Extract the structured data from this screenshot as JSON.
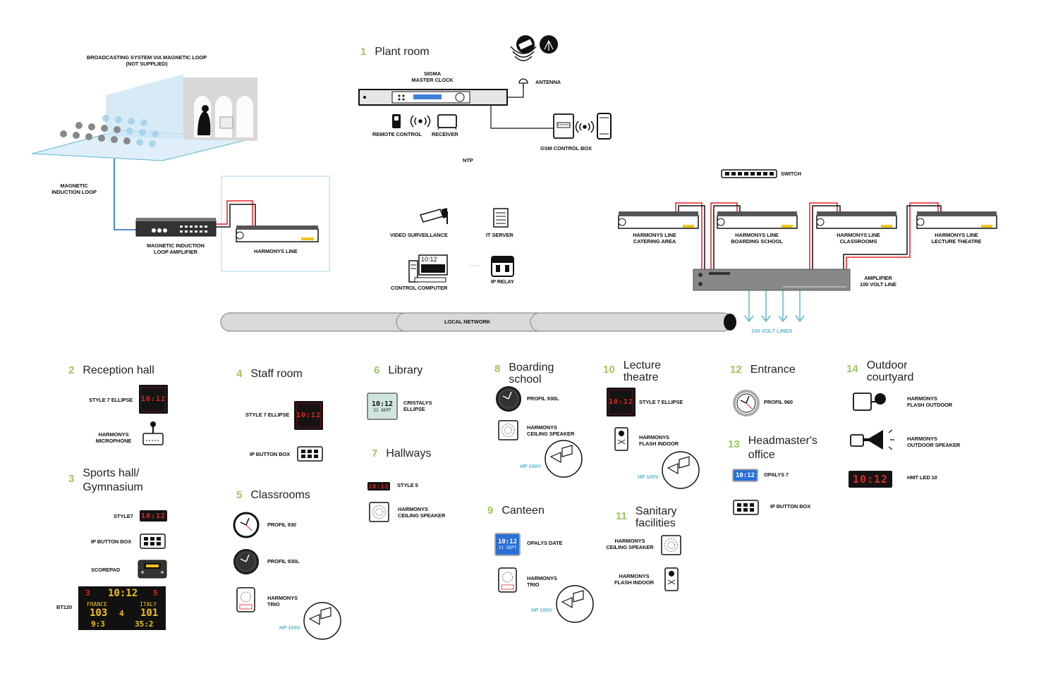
{
  "plant": {
    "number": "1",
    "title": "Plant room",
    "master_clock": "SIGMA\nMASTER CLOCK",
    "antenna": "ANTENNA",
    "remote_control": "REMOTE CONTROL",
    "receiver": "RECEIVER",
    "gsm": "GSM CONTROL BOX",
    "ntp": "NTP"
  },
  "broadcast": {
    "title": "BROADCASTING SYSTEM VIA MAGNETIC LOOP\n(NOT SUPPLIED)",
    "loop": "MAGNETIC\nINDUCTION LOOP",
    "amplifier": "MAGNETIC INDUCTION\nLOOP AMPLIFIER",
    "harmonys_line": "HARMONYS LINE"
  },
  "network": {
    "video": "VIDEO SURVEILLANCE",
    "it_server": "IT SERVER",
    "control_computer": "CONTROL COMPUTER",
    "ip_relay": "IP RELAY",
    "local_network": "LOCAL NETWORK",
    "switch": "SWITCH",
    "amplifier": "AMPLIFIER\n100 VOLT LINE",
    "volt_lines": "100 VOLT LINES",
    "computer_clock": "10:12"
  },
  "lines": [
    {
      "label": "HARMONYS LINE\nCATERING AREA"
    },
    {
      "label": "HARMONYS LINE\nBOARDING SCHOOL"
    },
    {
      "label": "HARMONYS LINE\nCLASSROOMS"
    },
    {
      "label": "HARMONYS LINE\nLECTURE THEATRE"
    }
  ],
  "zones": {
    "reception": {
      "number": "2",
      "title": "Reception hall",
      "style7": "STYLE 7 ELLIPSE",
      "mic": "HARMONYS\nMICROPHONE",
      "clock": "10:12"
    },
    "sports": {
      "number": "3",
      "title": "Sports hall/\nGymnasium",
      "style7": "STYLE7",
      "ipbox": "IP BUTTON BOX",
      "scorepad": "SCOREPAD",
      "bt120": "BT120",
      "clock": "10:12"
    },
    "staff": {
      "number": "4",
      "title": "Staff room",
      "style7": "STYLE 7 ELLIPSE",
      "ipbox": "IP BUTTON BOX",
      "clock": "10:12"
    },
    "classrooms": {
      "number": "5",
      "title": "Classrooms",
      "profil930": "PROFIL 930",
      "profil930l": "PROFIL 930L",
      "trio": "HARMONYS\nTRIO",
      "hp": "HP 100V"
    },
    "library": {
      "number": "6",
      "title": "Library",
      "cristalys": "CRISTALYS\nELLIPSE",
      "clock": "10:12",
      "date": "21 SEPT"
    },
    "hallways": {
      "number": "7",
      "title": "Hallways",
      "style5": "STYLE 5",
      "ceiling": "HARMONYS\nCEILING SPEAKER",
      "clock": "10:12"
    },
    "boarding": {
      "number": "8",
      "title": "Boarding\nschool",
      "profil930l": "PROFIL 930L",
      "ceiling": "HARMONYS\nCEILING SPEAKER",
      "hp": "HP 100V"
    },
    "canteen": {
      "number": "9",
      "title": "Canteen",
      "opalys": "OPALYS DATE",
      "trio": "HARMONYS\nTRIO",
      "hp": "HP 100V",
      "clock": "10:12",
      "date": "21 SEPT"
    },
    "lecture": {
      "number": "10",
      "title": "Lecture\ntheatre",
      "style7": "STYLE 7 ELLIPSE",
      "flash": "HARMONYS\nFLASH INDOOR",
      "hp": "HP 100V",
      "clock": "10:12"
    },
    "sanitary": {
      "number": "11",
      "title": "Sanitary\nfacilities",
      "ceiling": "HARMONYS\nCEILING SPEAKER",
      "flash": "HARMONYS\nFLASH INDOOR"
    },
    "entrance": {
      "number": "12",
      "title": "Entrance",
      "profil960": "PROFIL 960"
    },
    "headmaster": {
      "number": "13",
      "title": "Headmaster's\noffice",
      "opalys7": "OPALYS 7",
      "ipbox": "IP BUTTON BOX",
      "clock": "10:12"
    },
    "outdoor": {
      "number": "14",
      "title": "Outdoor\ncourtyard",
      "flash": "HARMONYS\nFLASH OUTDOOR",
      "speaker": "HARMONYS\nOUTDOOR SPEAKER",
      "hmt": "HMT LED 10",
      "clock": "10:12"
    }
  },
  "scoreboard": {
    "top_left": "3",
    "clock": "10:12",
    "top_right": "5",
    "home": "FRANCE",
    "away": "ITALY",
    "home_score": "103",
    "period": "4",
    "away_score": "101",
    "left_time": "9:3",
    "right_time": "35:2"
  },
  "colors": {
    "accent_green": "#9cc75b",
    "accent_blue": "#5ab8cc",
    "wire_red": "#e02020",
    "led_red": "#e2261f"
  }
}
